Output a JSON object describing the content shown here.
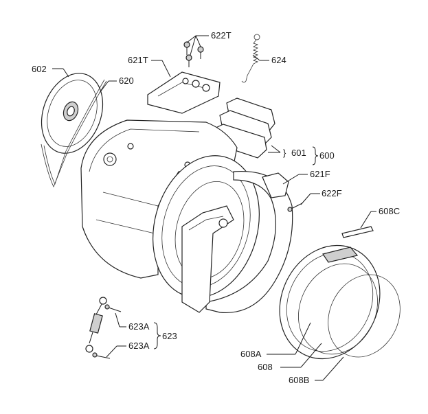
{
  "diagram": {
    "labels": {
      "p602": "602",
      "p620": "620",
      "p621T": "621T",
      "p622T": "622T",
      "p624": "624",
      "p601": "601",
      "p600": "600",
      "p621F": "621F",
      "p622F": "622F",
      "p608C": "608C",
      "p623A_top": "623A",
      "p623A_bottom": "623A",
      "p623": "623",
      "p608A": "608A",
      "p608": "608",
      "p608B": "608B"
    },
    "brace_601_600": "}",
    "colors": {
      "line": "#1a1a1a",
      "part_fill": "#ffffff",
      "shade": "#cfcfcf"
    }
  }
}
